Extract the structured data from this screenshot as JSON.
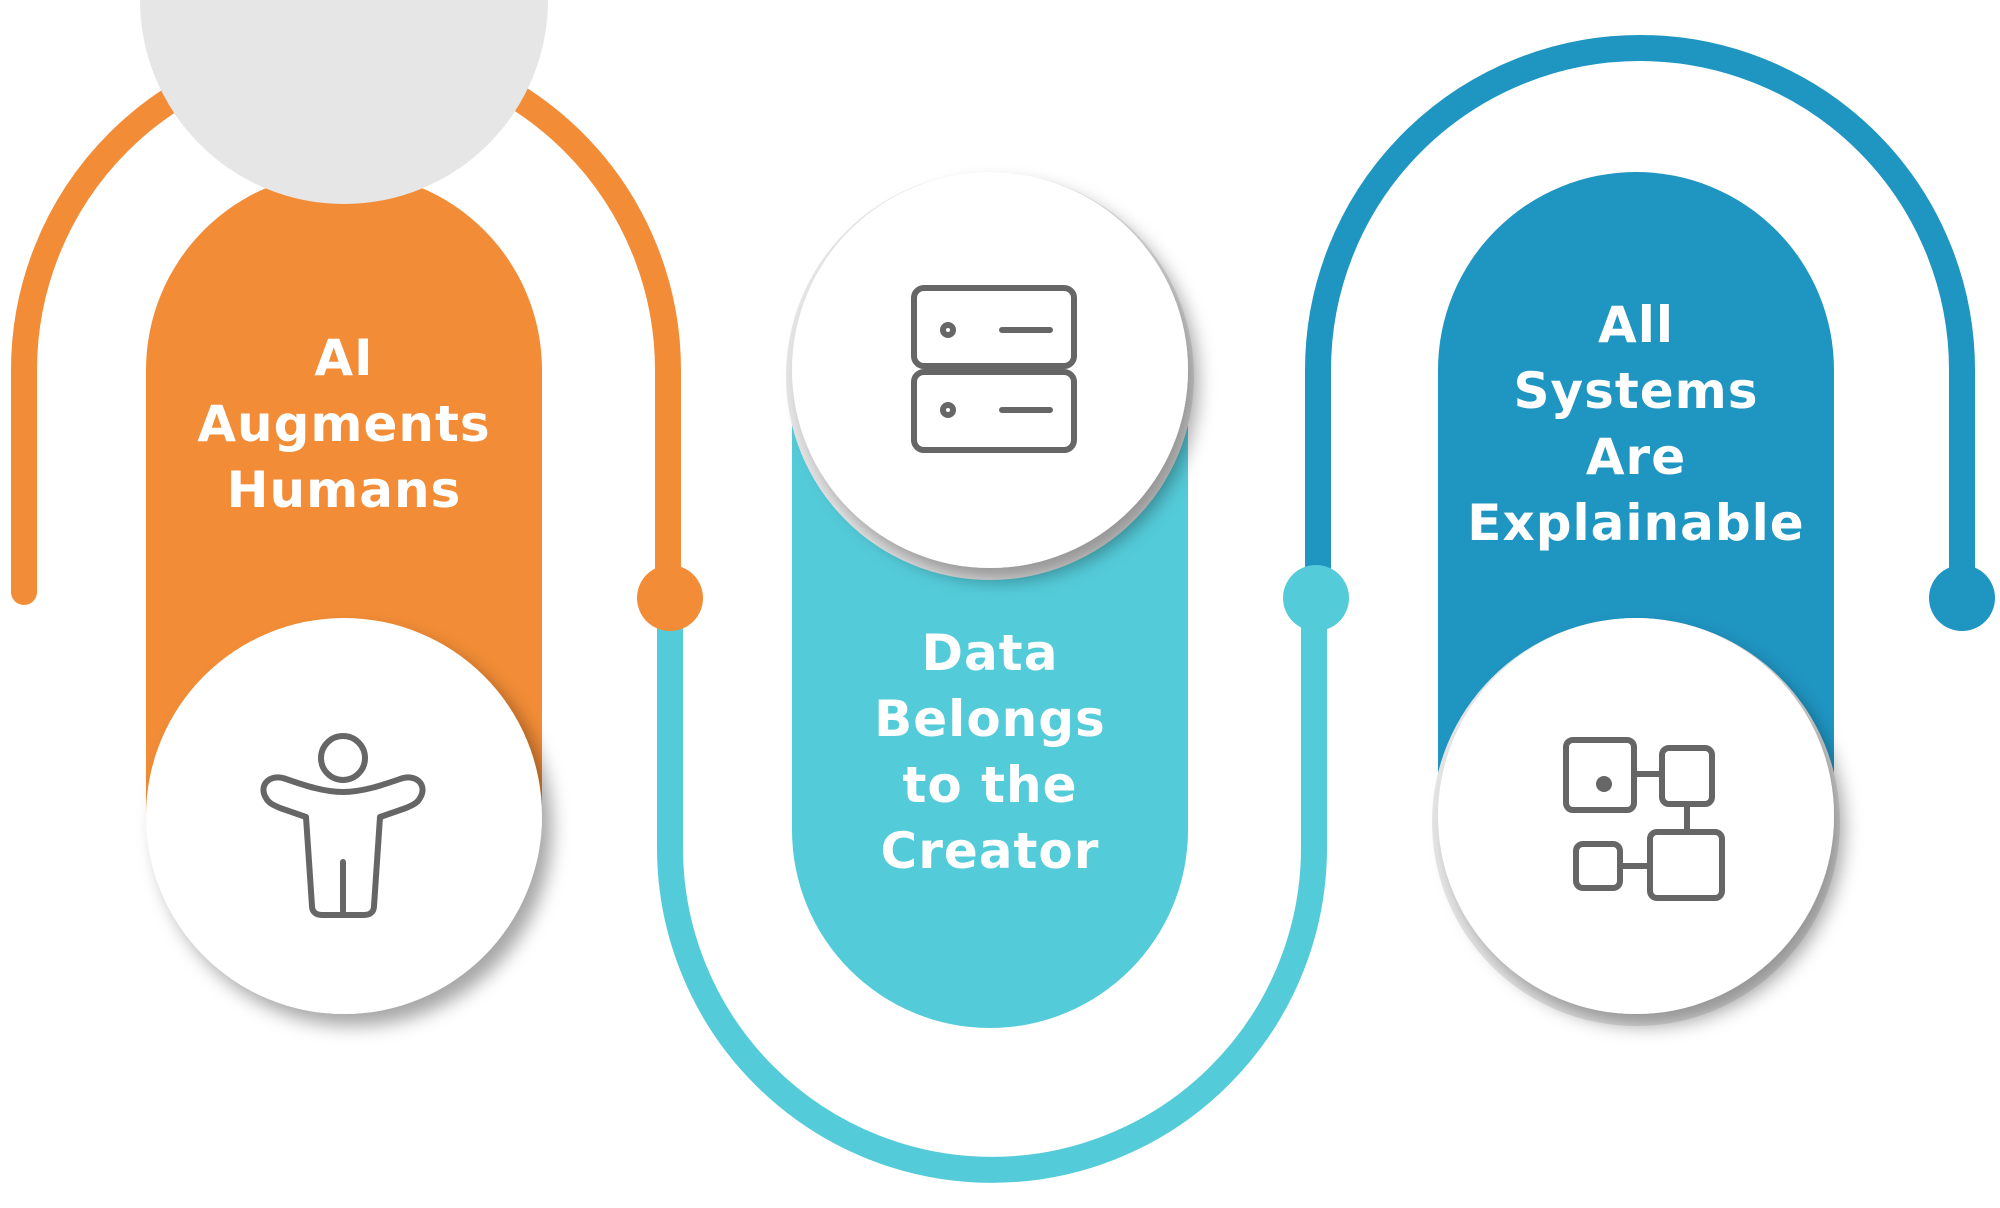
{
  "colors": {
    "orange": "#F28C36",
    "cyan": "#54CBD9",
    "blue": "#1F95C2",
    "icon": "#666666",
    "circle": "#ffffff"
  },
  "steps": [
    {
      "lines": [
        "AI",
        "Augments",
        "Humans"
      ],
      "icon": "person-icon",
      "color": "orange"
    },
    {
      "lines": [
        "Data",
        "Belongs",
        "to the",
        "Creator"
      ],
      "icon": "server-icon",
      "color": "cyan"
    },
    {
      "lines": [
        "All",
        "Systems",
        "Are",
        "Explainable"
      ],
      "icon": "flowchart-icon",
      "color": "blue"
    }
  ]
}
